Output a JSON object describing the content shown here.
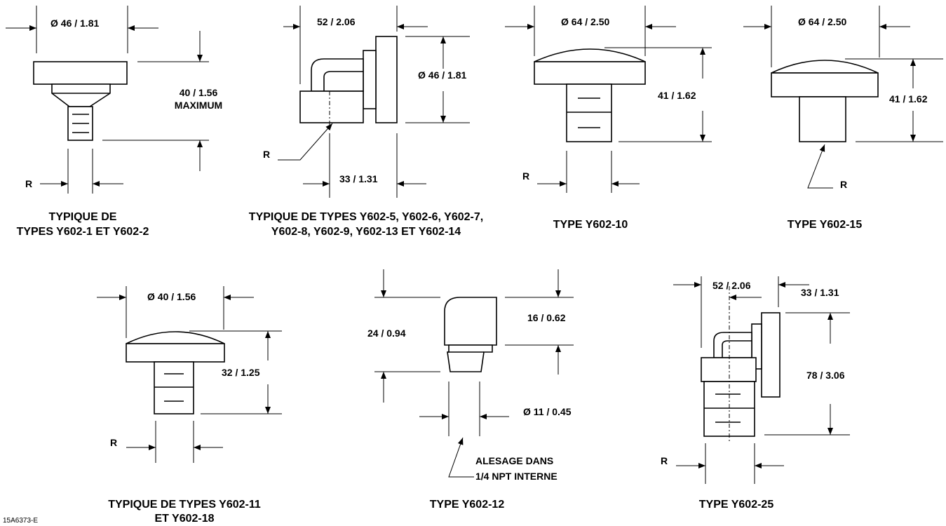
{
  "figures": [
    {
      "id": "y602-1",
      "caption": [
        "TYPIQUE DE",
        "TYPES Y602-1 ET Y602-2"
      ],
      "dims": [
        "Ø 46 / 1.81",
        "40 / 1.56",
        "MAXIMUM",
        "R"
      ]
    },
    {
      "id": "y602-5",
      "caption": [
        "TYPIQUE DE TYPES Y602-5, Y602-6, Y602-7,",
        "Y602-8, Y602-9, Y602-13 ET Y602-14"
      ],
      "dims": [
        "52 / 2.06",
        "Ø 46 / 1.81",
        "R",
        "33 / 1.31"
      ]
    },
    {
      "id": "y602-10",
      "caption": [
        "TYPE Y602-10"
      ],
      "dims": [
        "Ø 64 / 2.50",
        "41 / 1.62",
        "R"
      ]
    },
    {
      "id": "y602-15",
      "caption": [
        "TYPE Y602-15"
      ],
      "dims": [
        "Ø 64 / 2.50",
        "41 / 1.62",
        "R"
      ]
    },
    {
      "id": "y602-11",
      "caption": [
        "TYPIQUE DE TYPES Y602-11",
        "ET Y602-18"
      ],
      "dims": [
        "Ø 40 / 1.56",
        "32 / 1.25",
        "R"
      ]
    },
    {
      "id": "y602-12",
      "caption": [
        "TYPE Y602-12"
      ],
      "dims": [
        "24 / 0.94",
        "16 / 0.62",
        "Ø 11 / 0.45",
        "ALESAGE DANS",
        "1/4 NPT INTERNE"
      ]
    },
    {
      "id": "y602-25",
      "caption": [
        "TYPE Y602-25"
      ],
      "dims": [
        "52 / 2.06",
        "33 / 1.31",
        "78 / 3.06",
        "R"
      ]
    }
  ],
  "reference": "15A6373-E"
}
